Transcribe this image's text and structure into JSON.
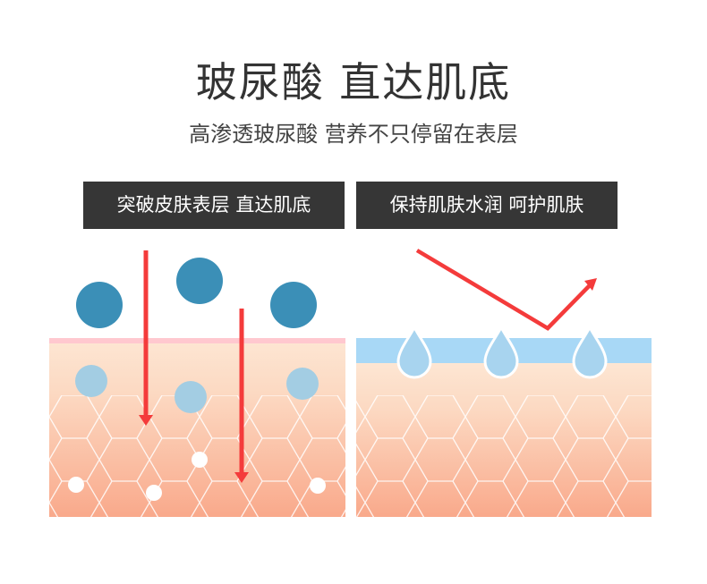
{
  "header": {
    "title": "玻尿酸 直达肌底",
    "subtitle": "高渗透玻尿酸 营养不只停留在表层"
  },
  "panels": {
    "left": {
      "label": "突破皮肤表层 直达肌底"
    },
    "right": {
      "label": "保持肌肤水润 呵护肌肤"
    }
  },
  "colors": {
    "molecule_dark": "#3b8fb7",
    "molecule_light": "#a3cde3",
    "arrow": "#f43b3b",
    "skin_surface_pink": "#ffc8cf",
    "moisture_layer": "#a8d8f6",
    "droplet": "#a8d4ef",
    "skin_top": "#fde4d0",
    "skin_bottom": "#f9aa8c",
    "label_bg": "#363636"
  }
}
